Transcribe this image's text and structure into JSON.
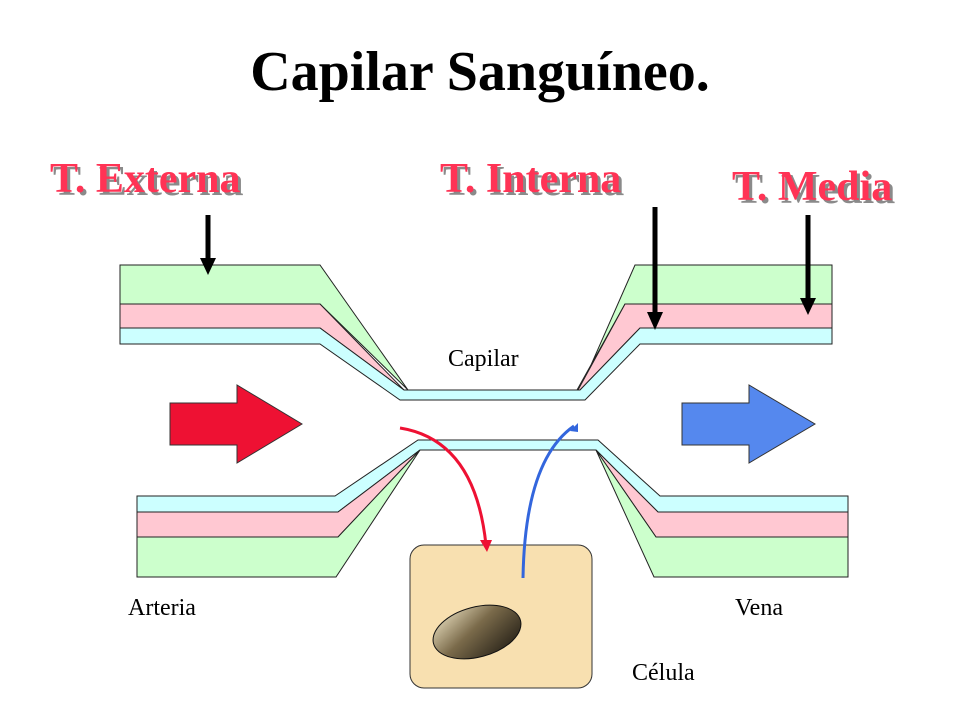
{
  "title": "Capilar Sanguíneo.",
  "labels": {
    "externa": "T. Externa",
    "interna": "T. Interna",
    "media": "T. Media",
    "capilar": "Capilar",
    "arteria": "Arteria",
    "vena": "Vena",
    "celula": "Célula"
  },
  "colors": {
    "externa_layer": "#ccffcc",
    "media_layer": "#ffc8d2",
    "interna_layer": "#ccffff",
    "label": "#ff3355",
    "arteria_arrow": "#ee1133",
    "vena_arrow": "#5588ee",
    "cell": "#f8e0b0",
    "oxygen_path": "#ee1133",
    "co2_path": "#3366dd"
  },
  "icons": {
    "blood_flow_in": "red-right-arrow-icon",
    "blood_flow_out": "blue-right-arrow-icon",
    "nucleus": "nucleus-ellipse-icon"
  }
}
